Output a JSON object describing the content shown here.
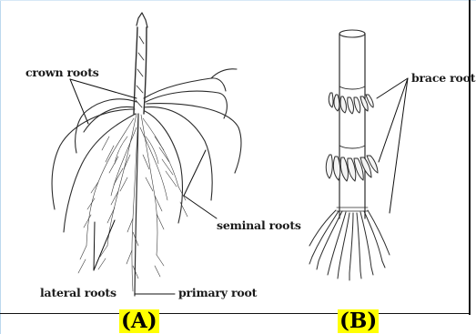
{
  "labels": {
    "crown_roots": "crown roots",
    "seminal_roots": "seminal roots",
    "lateral_roots": "lateral roots",
    "primary_root": "primary root",
    "brace_root": "brace root"
  },
  "panels": {
    "a": "(A)",
    "b": "(B)"
  },
  "colors": {
    "highlight": "#ffff00",
    "line": "#2a2a2a",
    "frame": "#111111"
  }
}
